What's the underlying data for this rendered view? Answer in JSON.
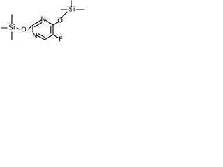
{
  "molecule": {
    "atoms": {
      "n1": "N",
      "n3": "N",
      "o2": "O",
      "o4": "O",
      "si_left": "Si",
      "si_right": "Si",
      "f5": "F"
    }
  },
  "colors": {
    "bond": "#000000",
    "label": "#000000",
    "background": "#ffffff"
  }
}
